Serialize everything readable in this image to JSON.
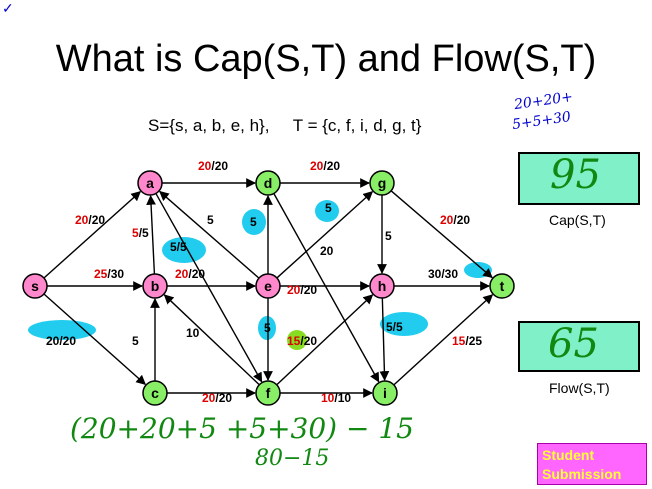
{
  "title": "What is Cap(S,T) and Flow(S,T)",
  "sets": {
    "s_set": "S={s, a, b, e, h},",
    "t_set": "T = {c, f, i, d, g, t}"
  },
  "nodes": [
    {
      "id": "s",
      "label": "s",
      "fill": "#ff88cc"
    },
    {
      "id": "a",
      "label": "a",
      "fill": "#ff88cc"
    },
    {
      "id": "b",
      "label": "b",
      "fill": "#ff88cc"
    },
    {
      "id": "e",
      "label": "e",
      "fill": "#ff88cc"
    },
    {
      "id": "h",
      "label": "h",
      "fill": "#ff88cc"
    },
    {
      "id": "c",
      "label": "c",
      "fill": "#88ee66"
    },
    {
      "id": "d",
      "label": "d",
      "fill": "#88ee66"
    },
    {
      "id": "f",
      "label": "f",
      "fill": "#88ee66"
    },
    {
      "id": "g",
      "label": "g",
      "fill": "#88ee66"
    },
    {
      "id": "i",
      "label": "i",
      "fill": "#88ee66"
    },
    {
      "id": "t",
      "label": "t",
      "fill": "#88ee66"
    }
  ],
  "edges": [
    {
      "from": "s",
      "to": "a",
      "flow": "20",
      "cap": "/20"
    },
    {
      "from": "s",
      "to": "b",
      "flow": "25",
      "cap": "/30"
    },
    {
      "from": "s",
      "to": "c",
      "flow": "",
      "cap": "20/20"
    },
    {
      "from": "a",
      "to": "d",
      "flow": "20",
      "cap": "/20"
    },
    {
      "from": "b",
      "to": "a",
      "flow": "5",
      "cap": "/5"
    },
    {
      "from": "a",
      "to": "f",
      "flow": "",
      "cap": "5/5"
    },
    {
      "from": "e",
      "to": "a",
      "flow": "",
      "cap": "5"
    },
    {
      "from": "b",
      "to": "e",
      "flow": "20",
      "cap": "/20"
    },
    {
      "from": "c",
      "to": "b",
      "flow": "",
      "cap": "5"
    },
    {
      "from": "f",
      "to": "b",
      "flow": "",
      "cap": "10"
    },
    {
      "from": "e",
      "to": "d",
      "flow": "",
      "cap": "5"
    },
    {
      "from": "d",
      "to": "g",
      "flow": "20",
      "cap": "/20"
    },
    {
      "from": "d",
      "to": "i",
      "flow": "",
      "cap": "20"
    },
    {
      "from": "e",
      "to": "g",
      "flow": "",
      "cap": "5"
    },
    {
      "from": "e",
      "to": "h",
      "flow": "20",
      "cap": "/20"
    },
    {
      "from": "e",
      "to": "f",
      "flow": "",
      "cap": "5"
    },
    {
      "from": "g",
      "to": "h",
      "flow": "",
      "cap": "5"
    },
    {
      "from": "g",
      "to": "t",
      "flow": "20",
      "cap": "/20"
    },
    {
      "from": "h",
      "to": "t",
      "flow": "",
      "cap": "30/30"
    },
    {
      "from": "h",
      "to": "i",
      "flow": "",
      "cap": "5/5"
    },
    {
      "from": "f",
      "to": "h",
      "flow": "15",
      "cap": "/20"
    },
    {
      "from": "c",
      "to": "f",
      "flow": "20",
      "cap": "/20"
    },
    {
      "from": "f",
      "to": "i",
      "flow": "10",
      "cap": "/10"
    },
    {
      "from": "i",
      "to": "t",
      "flow": "15",
      "cap": "/25"
    }
  ],
  "cap_box": {
    "value": "95",
    "label": "Cap(S,T)"
  },
  "flow_box": {
    "value": "65",
    "label": "Flow(S,T)"
  },
  "handwriting": {
    "top_right_1": "20+20+",
    "top_right_2": "5+5+30",
    "bottom_1": "(20+20+5 +5+30) − 15",
    "bottom_2": "80−15",
    "corner_mark": "✓"
  },
  "student_button": "Student Submission",
  "colors": {
    "flow_red": "#dd0000",
    "cap_box": "#80f0c8",
    "highlight": "#22ccee",
    "highlight_green": "#88dd22",
    "pen_green": "#118811",
    "pen_blue": "#0000cc"
  }
}
